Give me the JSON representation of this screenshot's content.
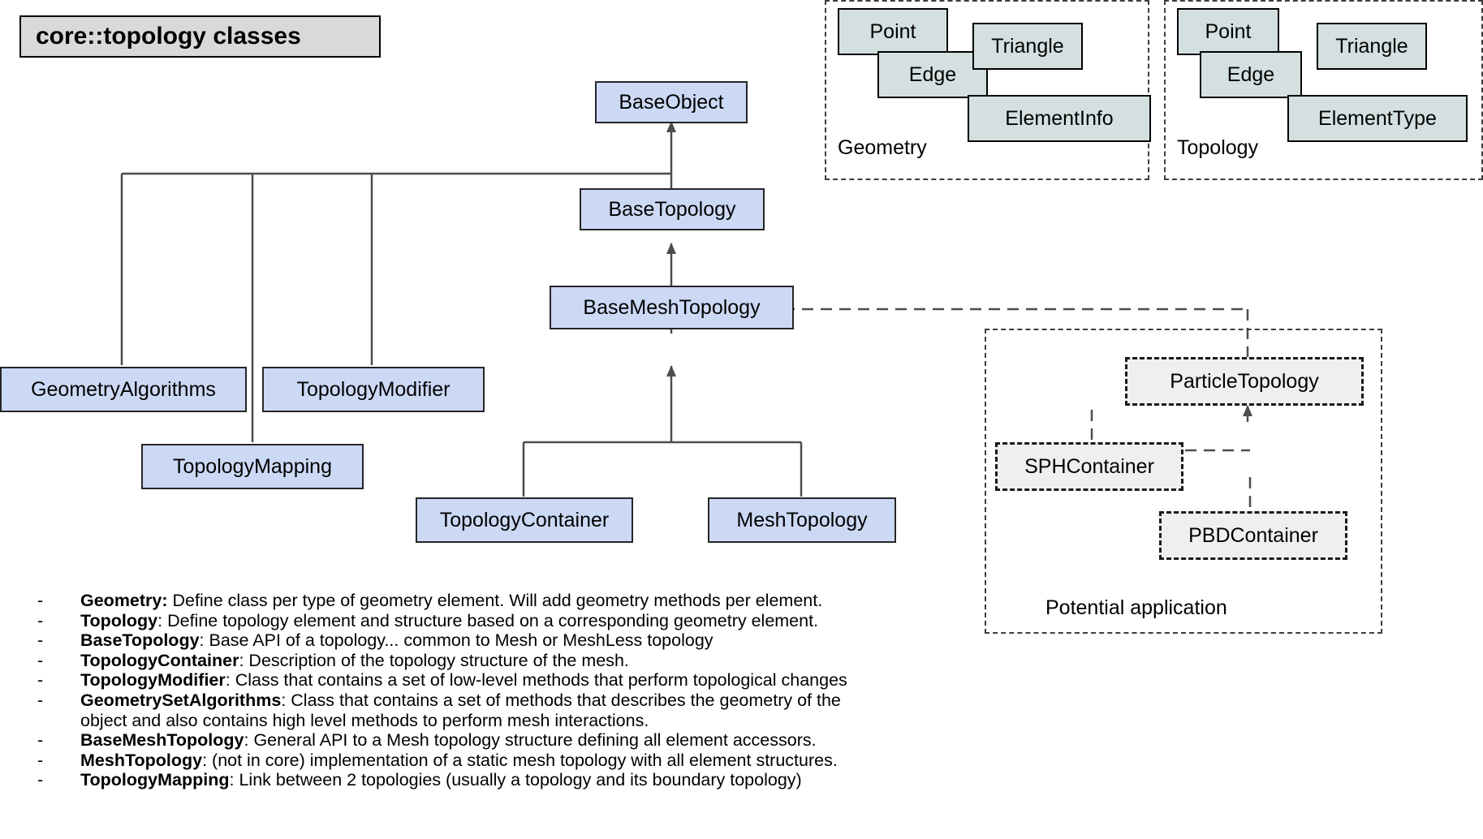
{
  "title": {
    "text": "core::topology classes"
  },
  "classes": {
    "base_object": "BaseObject",
    "base_topology": "BaseTopology",
    "base_mesh_topology": "BaseMeshTopology",
    "geometry_algorithms": "GeometryAlgorithms",
    "topology_modifier": "TopologyModifier",
    "topology_mapping": "TopologyMapping",
    "topology_container": "TopologyContainer",
    "mesh_topology": "MeshTopology"
  },
  "geometry_group": {
    "label": "Geometry",
    "elements": [
      "Point",
      "Edge",
      "Triangle",
      "ElementInfo"
    ]
  },
  "topology_group": {
    "label": "Topology",
    "elements": [
      "Point",
      "Edge",
      "Triangle",
      "ElementType"
    ]
  },
  "potential_group": {
    "label": "Potential application",
    "elements": [
      "ParticleTopology",
      "SPHContainer",
      "PBDContainer"
    ]
  },
  "legend": {
    "bullet": "-",
    "items": [
      {
        "term": "Geometry:",
        "desc": " Define class per type of geometry element. Will add geometry methods per element."
      },
      {
        "term": "Topology",
        "desc": ": Define topology element and structure based on a corresponding geometry element."
      },
      {
        "term": "BaseTopology",
        "desc": ": Base API of a topology... common to Mesh or MeshLess topology"
      },
      {
        "term": "TopologyContainer",
        "desc": ": Description of the topology structure of the mesh."
      },
      {
        "term": "TopologyModifier",
        "desc": ": Class that contains a set of low-level methods that perform topological changes"
      },
      {
        "term": "GeometrySetAlgorithms",
        "desc": ": Class that contains a set of methods that describes the geometry of the object and also contains high level methods to perform mesh interactions."
      },
      {
        "term": "BaseMeshTopology",
        "desc": ": General API to a Mesh topology structure defining all element accessors."
      },
      {
        "term": "MeshTopology",
        "desc": ": (not in core) implementation of a static mesh topology with all element structures."
      },
      {
        "term": "TopologyMapping",
        "desc": ": Link between 2 topologies (usually a topology and its boundary topology)"
      }
    ]
  },
  "colors": {
    "class_fill": "#ccd9f5",
    "class_stroke": "#262626",
    "element_fill": "#d4e0e0",
    "proto_fill": "#efefef",
    "title_fill": "#d9d9d9",
    "wire": "#4d4d4d"
  }
}
